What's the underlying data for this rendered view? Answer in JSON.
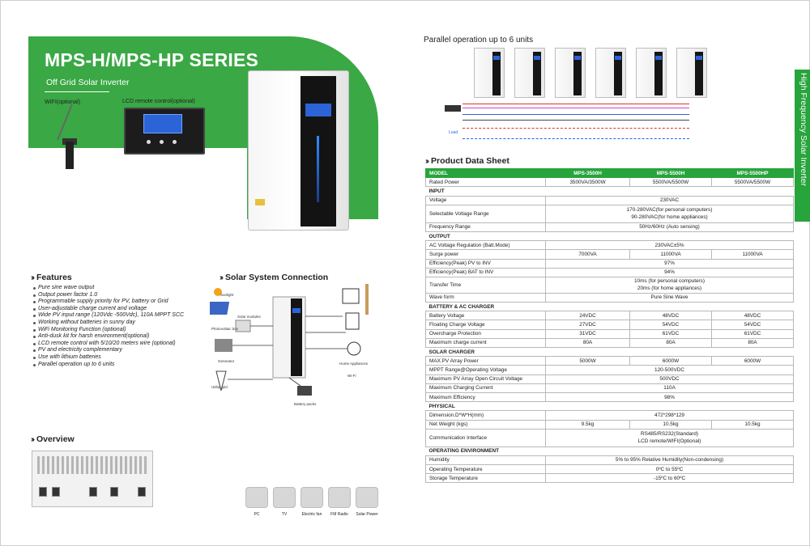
{
  "hero": {
    "title": "MPS-H/MPS-HP SERIES",
    "subtitle": "Off Grid Solar Inverter",
    "wifi_label": "WIFI(optional)",
    "lcd_label": "LCD remote control(optional)"
  },
  "features": {
    "heading": "Features",
    "items": [
      "Pure sine wave output",
      "Output power factor 1.0",
      "Programmable supply priority for PV, battery or Grid",
      "User-adjustable charge current and voltage",
      "Wide PV input range (120Vdc -500Vdc), 110A MPPT SCC",
      "Working without batteries in sunny day",
      "WiFi Monitoring Function (optional)",
      "Anti-dusk kit for harsh environment(optional)",
      "LCD remote control with 5/10/20 meters wire (optional)",
      "PV and electricity complementary",
      "Use with lithium batteries",
      "Parallel operation up to 6 units"
    ]
  },
  "solar": {
    "heading": "Solar System Connection",
    "labels": {
      "sunlight": "Sunlight",
      "solar_modules": "Solar modules",
      "photovoltaic": "Photovoltaic box",
      "generator": "Generator",
      "utility": "Utility grid",
      "battery": "Battery packs",
      "home": "Home Appliances",
      "wifi": "Wi-Fi"
    }
  },
  "overview": {
    "heading": "Overview",
    "apps": [
      "PC",
      "TV",
      "Electric fan",
      "FM Radio",
      "Solar Power"
    ]
  },
  "parallel": {
    "title": "Parallel operation up to 6 units",
    "load": "Load"
  },
  "side_tab": "High Frequency Solar Inverter",
  "datasheet": {
    "title": "Product Data Sheet",
    "header": [
      "MODEL",
      "MPS-3500H",
      "MPS-5500H",
      "MPS-5500HP"
    ],
    "rows": [
      {
        "type": "row",
        "label": "Rated Power",
        "cells": [
          "3500VA/3500W",
          "5500VA/5500W",
          "5500VA/5500W"
        ]
      },
      {
        "type": "cat",
        "label": "INPUT"
      },
      {
        "type": "span",
        "label": "Voltage",
        "value": "230VAC"
      },
      {
        "type": "span2",
        "label": "Selectable Voltage Range",
        "value": "170-280VAC(for personal computers)",
        "value2": "90-280VAC(for home appliances)"
      },
      {
        "type": "span",
        "label": "Frequency Range",
        "value": "50Hz/60Hz (Auto sensing)"
      },
      {
        "type": "cat",
        "label": "OUTPUT"
      },
      {
        "type": "span",
        "label": "AC Voltage Regulation (Batt.Mode)",
        "value": "230VAC±5%"
      },
      {
        "type": "row",
        "label": "Surge power",
        "cells": [
          "7000VA",
          "11000VA",
          "11000VA"
        ]
      },
      {
        "type": "span",
        "label": "Efficiency(Peak) PV to INV",
        "value": "97%"
      },
      {
        "type": "span",
        "label": "Efficiency(Peak) BAT to INV",
        "value": "94%"
      },
      {
        "type": "span2b",
        "label": "Transfer Time",
        "value": "10ms (for personal computers)",
        "value2": "20ms (for home appliances)"
      },
      {
        "type": "span",
        "label": "Wave form",
        "value": "Pure Sine Wave"
      },
      {
        "type": "cat",
        "label": "BATTERY & AC CHARGER"
      },
      {
        "type": "row",
        "label": "Battery Voltage",
        "cells": [
          "24VDC",
          "48VDC",
          "48VDC"
        ]
      },
      {
        "type": "row",
        "label": "Floating Charge Voltage",
        "cells": [
          "27VDC",
          "54VDC",
          "54VDC"
        ]
      },
      {
        "type": "row",
        "label": "Overcharge Protection",
        "cells": [
          "31VDC",
          "61VDC",
          "61VDC"
        ]
      },
      {
        "type": "row",
        "label": "Maximum charge current",
        "cells": [
          "80A",
          "80A",
          "80A"
        ]
      },
      {
        "type": "cat",
        "label": "SOLAR CHARGER"
      },
      {
        "type": "row",
        "label": "MAX.PV Array Power",
        "cells": [
          "5000W",
          "6000W",
          "6000W"
        ]
      },
      {
        "type": "span",
        "label": "MPPT Range@Operating Voltage",
        "value": "120-500VDC"
      },
      {
        "type": "span",
        "label": "Maximum PV Array Open Circuit Voltage",
        "value": "500VDC"
      },
      {
        "type": "span",
        "label": "Maximum Charging Current",
        "value": "110A"
      },
      {
        "type": "span",
        "label": "Maximum Efficiency",
        "value": "98%"
      },
      {
        "type": "cat",
        "label": "PHYSICAL"
      },
      {
        "type": "span",
        "label": "Dimension.D*W*H(mm)",
        "value": "472*298*129"
      },
      {
        "type": "row",
        "label": "Net Weight (kgs)",
        "cells": [
          "9.5kg",
          "10.5kg",
          "10.5kg"
        ]
      },
      {
        "type": "span2",
        "label": "Communication Interface",
        "value": "RS485/RS232(Standard)",
        "value2": "LCD remote/WIFI(Optional)"
      },
      {
        "type": "cat",
        "label": "OPERATING ENVIRONMENT"
      },
      {
        "type": "span",
        "label": "Humidity",
        "value": "5% to 95% Relative Humidity(Non-condensing)"
      },
      {
        "type": "span",
        "label": "Operating Temperature",
        "value": "0ºC to 55ºC"
      },
      {
        "type": "span",
        "label": "Storage Temperature",
        "value": "-15ºC to 60ºC"
      }
    ]
  },
  "colors": {
    "brand_green": "#3aa845",
    "table_green": "#27a43c",
    "lcd_blue": "#2c64d8"
  }
}
